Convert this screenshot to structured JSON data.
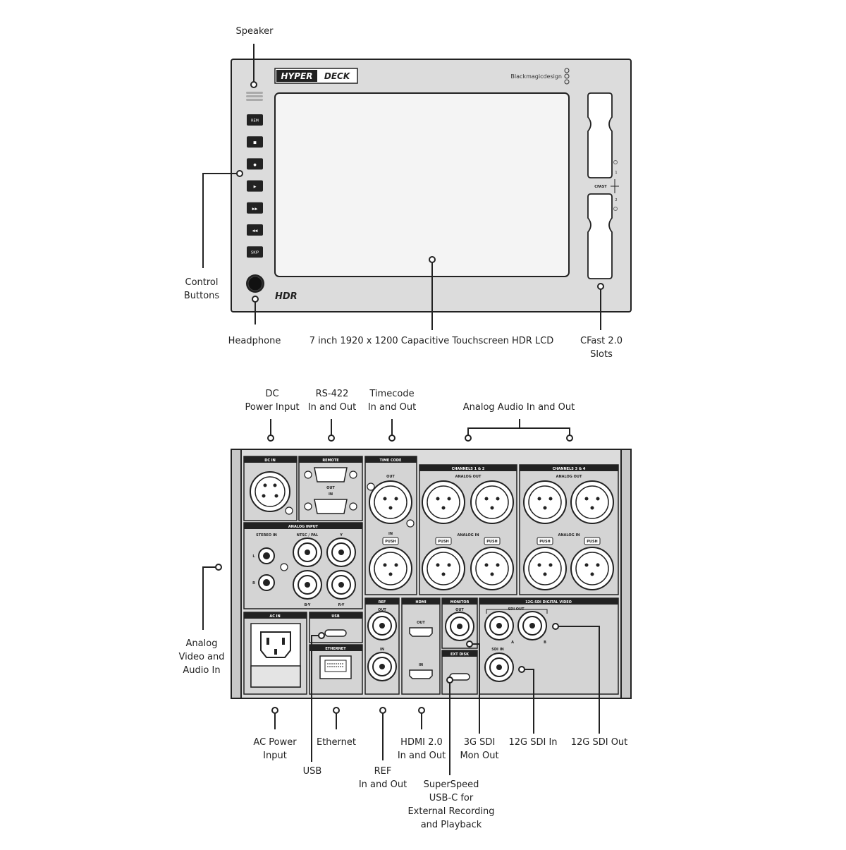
{
  "front": {
    "brand": "HYPERDECK",
    "brand_a": "HYPER",
    "brand_b": "DECK",
    "maker": "Blackmagicdesign",
    "badge": "HDR",
    "cfast_label": "CFAST",
    "slot_1": "1",
    "slot_2": "2",
    "buttons": [
      "REM",
      "■",
      "●",
      "▶",
      "▶▶",
      "◀◀",
      "SKIP"
    ]
  },
  "rear_panels": {
    "dc_in": "DC IN",
    "remote": "REMOTE",
    "remote_out": "OUT",
    "remote_in": "IN",
    "timecode": "TIME CODE",
    "tc_out": "OUT",
    "tc_in": "IN",
    "push": "PUSH",
    "ch12": "CHANNELS 1 & 2",
    "ch34": "CHANNELS 3 & 4",
    "analog_out": "ANALOG OUT",
    "analog_in": "ANALOG IN",
    "analog_input": "ANALOG INPUT",
    "stereo_in": "STEREO IN",
    "ntsc_pal": "NTSC / PAL",
    "y": "Y",
    "ry": "R-Y",
    "by": "B-Y",
    "l": "L",
    "r": "R",
    "ac_in": "AC IN",
    "usb": "USB",
    "ethernet": "ETHERNET",
    "ref": "REF",
    "ref_out": "OUT",
    "ref_in": "IN",
    "hdmi": "HDMI",
    "hdmi_out": "OUT",
    "hdmi_in": "IN",
    "monitor": "MONITOR",
    "mon_out": "OUT",
    "ext_disk": "EXT DISK",
    "sdi_video": "12G-SDI DIGITAL VIDEO",
    "sdi_out": "SDI OUT",
    "sdi_in": "SDI IN",
    "a": "A",
    "b": "B"
  },
  "callouts": {
    "speaker": "Speaker",
    "control_buttons": "Control\nButtons",
    "headphone": "Headphone",
    "touchscreen": "7 inch 1920 x 1200 Capacitive Touchscreen HDR LCD",
    "cfast_slots": "CFast 2.0\nSlots",
    "dc_power": "DC\nPower Input",
    "rs422": "RS-422\nIn and Out",
    "timecode": "Timecode\nIn and Out",
    "analog_audio": "Analog Audio In and Out",
    "analog_video_audio": "Analog\nVideo and\nAudio In",
    "ac_power": "AC Power\nInput",
    "usb": "USB",
    "ethernet": "Ethernet",
    "ref": "REF\nIn and Out",
    "hdmi": "HDMI 2.0\nIn and Out",
    "superspeed": "SuperSpeed\nUSB-C for\nExternal Recording\nand Playback",
    "sdi_mon": "3G SDI\nMon Out",
    "sdi_in": "12G SDI In",
    "sdi_out": "12G SDI Out"
  }
}
